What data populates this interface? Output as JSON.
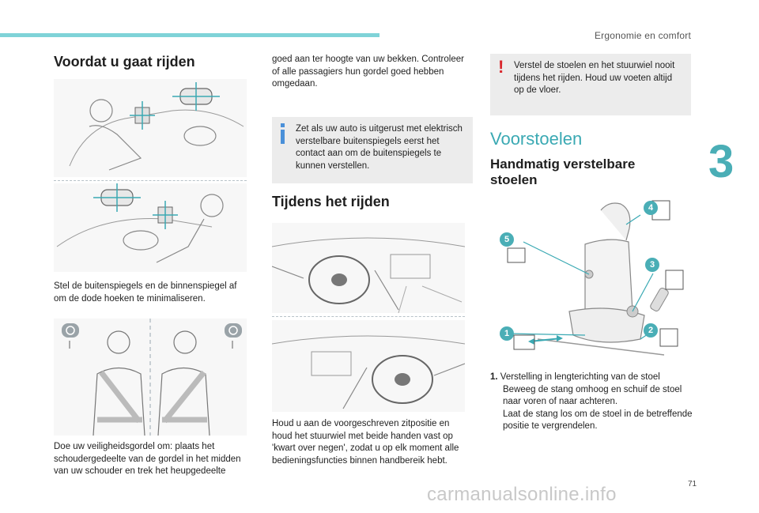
{
  "header": {
    "section_title": "Ergonomie en comfort",
    "chapter": "3",
    "page_number": "71"
  },
  "col1": {
    "heading": "Voordat u gaat rijden",
    "caption_mirrors": "Stel de buitenspiegels en de binnenspiegel af om de dode hoeken te minimaliseren.",
    "caption_belt": "Doe uw veiligheidsgordel om: plaats het schoudergedeelte van de gordel in het midden van uw schouder en trek het heupgedeelte"
  },
  "col2": {
    "continued_text": "goed aan ter hoogte van uw bekken. Controleer of alle passagiers hun gordel goed hebben omgedaan.",
    "info_text": "Zet als uw auto is uitgerust met elektrisch verstelbare buitenspiegels eerst het contact aan om de buitenspiegels te kunnen verstellen.",
    "heading": "Tijdens het rijden",
    "caption_driving": "Houd u aan de voorgeschreven zitpositie en houd het stuurwiel met beide handen vast op 'kwart over negen', zodat u op elk moment alle bedieningsfuncties binnen handbereik hebt."
  },
  "col3": {
    "warning_text": "Verstel de stoelen en het stuurwiel nooit tijdens het rijden. Houd uw voeten altijd op de vloer.",
    "section_heading": "Voorstoelen",
    "sub_heading": "Handmatig verstelbare stoelen",
    "item1_label": "1.",
    "item1_text": "Verstelling in lengterichting van de stoel",
    "bullet_symbol": "",
    "bullet1": "Beweeg de stang omhoog en schuif de stoel naar voren of naar achteren.",
    "bullet2": "Laat de stang los om de stoel in de betreffende positie te vergrendelen."
  },
  "seat_callouts": [
    "1",
    "2",
    "3",
    "4",
    "5"
  ],
  "watermark": "carmanualsonline.info",
  "colors": {
    "accent": "#3aa9b3",
    "top_bar": "#7fd3d8",
    "info_blue": "#4a90d9",
    "warning_red": "#d9262c",
    "box_bg": "#ececec"
  }
}
